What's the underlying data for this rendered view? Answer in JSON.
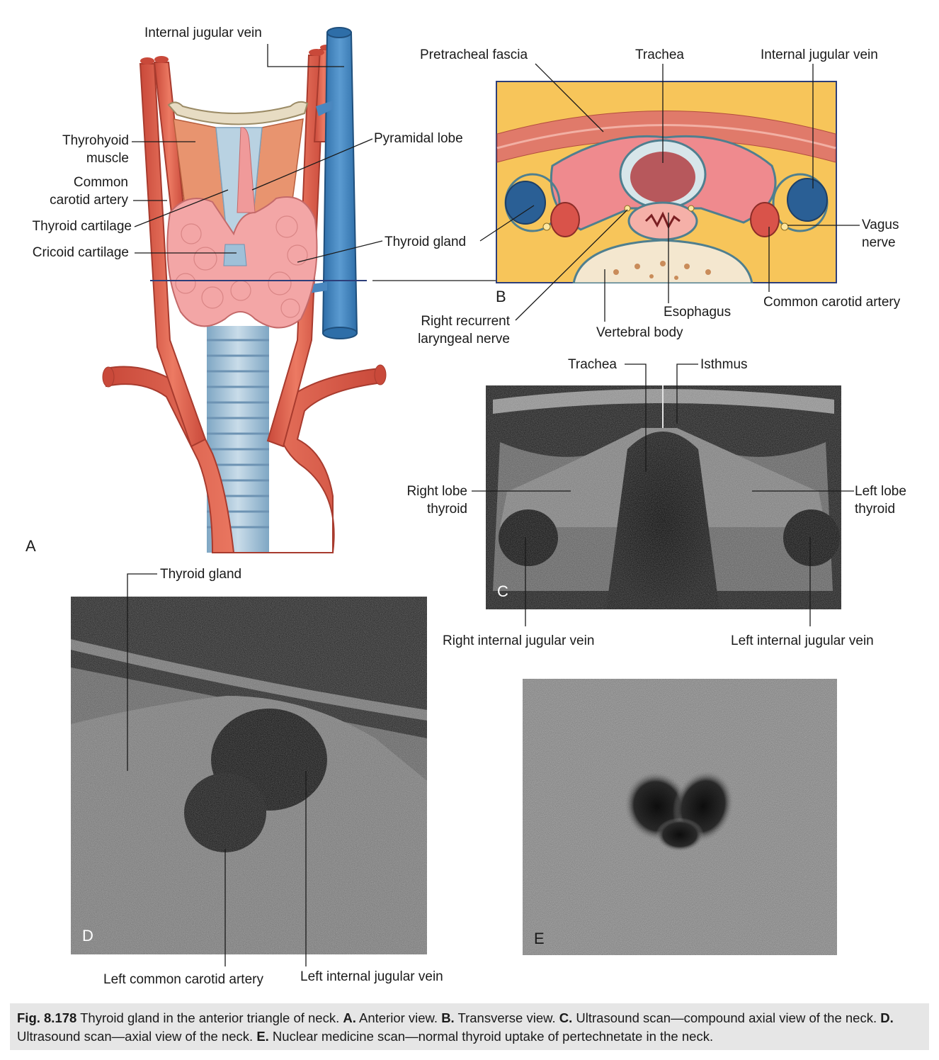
{
  "panel_a": {
    "letter": "A",
    "labels": {
      "internal_jugular_vein": "Internal jugular vein",
      "thyrohyoid_1": "Thyrohyoid",
      "thyrohyoid_2": "muscle",
      "common_carotid_1": "Common",
      "common_carotid_2": "carotid artery",
      "thyroid_cartilage": "Thyroid cartilage",
      "cricoid_cartilage": "Cricoid cartilage",
      "pyramidal_lobe": "Pyramidal lobe",
      "thyroid_gland": "Thyroid gland"
    }
  },
  "panel_b": {
    "letter": "B",
    "labels": {
      "pretracheal_fascia": "Pretracheal fascia",
      "trachea": "Trachea",
      "internal_jugular_vein": "Internal jugular vein",
      "vagus_1": "Vagus",
      "vagus_2": "nerve",
      "common_carotid": "Common carotid artery",
      "esophagus": "Esophagus",
      "vertebral_body": "Vertebral body",
      "rrln_1": "Right recurrent",
      "rrln_2": "laryngeal nerve"
    }
  },
  "panel_c": {
    "letter": "C",
    "labels": {
      "trachea": "Trachea",
      "isthmus": "Isthmus",
      "right_lobe_1": "Right lobe",
      "right_lobe_2": "thyroid",
      "left_lobe_1": "Left lobe",
      "left_lobe_2": "thyroid",
      "right_ijv": "Right internal jugular vein",
      "left_ijv": "Left internal jugular vein"
    }
  },
  "panel_d": {
    "letter": "D",
    "labels": {
      "thyroid_gland": "Thyroid gland",
      "left_cca": "Left common carotid artery",
      "left_ijv": "Left internal jugular vein"
    }
  },
  "panel_e": {
    "letter": "E"
  },
  "caption": {
    "fig": "Fig. 8.178",
    "title": " Thyroid gland in the anterior triangle of neck. ",
    "a": "A.",
    "a_text": " Anterior view. ",
    "b": "B.",
    "b_text": " Transverse view. ",
    "c": "C.",
    "c_text": " Ultrasound scan—compound axial view of the neck. ",
    "d": "D.",
    "d_text": " Ultrasound scan—axial view of the neck. ",
    "e": "E.",
    "e_text": " Nuclear medicine scan—normal thyroid uptake of pertechnetate in the neck."
  },
  "colors": {
    "artery": "#e0664e",
    "vein": "#3a7fb8",
    "thyroid": "#f3a6a6",
    "fat": "#f7c55a",
    "muscle": "#e8946f",
    "panel_b_frame": "#2d3e7a"
  }
}
